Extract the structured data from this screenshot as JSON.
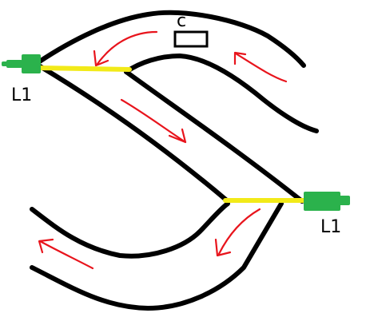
{
  "diagram": {
    "labels": {
      "left_section": "L1",
      "right_section": "L1",
      "box_mark": "c"
    },
    "colors": {
      "track": "#000000",
      "insulated_section": "#f2ea18",
      "connector": "#2bb24c",
      "direction_arrow": "#e8141c",
      "box_outline": "#000000"
    },
    "icons": {
      "left_connector": "rail-joiner-icon",
      "right_connector": "rail-joiner-icon",
      "direction_arrows": "arrow-icon"
    }
  }
}
